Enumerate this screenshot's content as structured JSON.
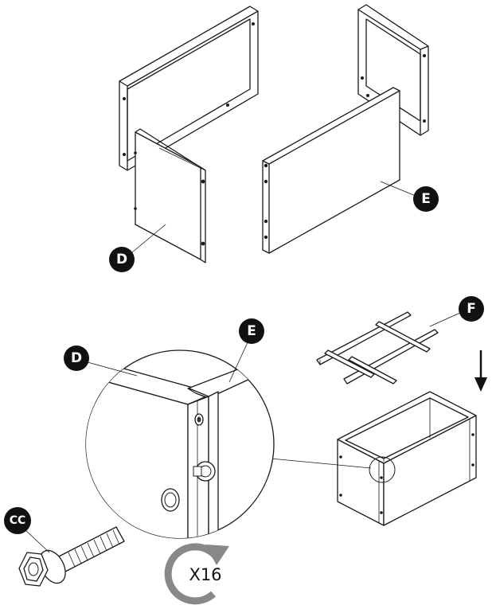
{
  "callouts": {
    "d_top": "D",
    "e_top": "E",
    "d_detail": "D",
    "e_detail": "E",
    "f": "F",
    "cc": "CC"
  },
  "quantity": {
    "label": "X16"
  },
  "icons": {
    "rotate": "clockwise-rotate-arrow-icon",
    "direction": "down-arrow-icon"
  },
  "colors": {
    "badge": "#111111",
    "rotate_arrow": "#888888",
    "line": "#1a1a1a"
  }
}
